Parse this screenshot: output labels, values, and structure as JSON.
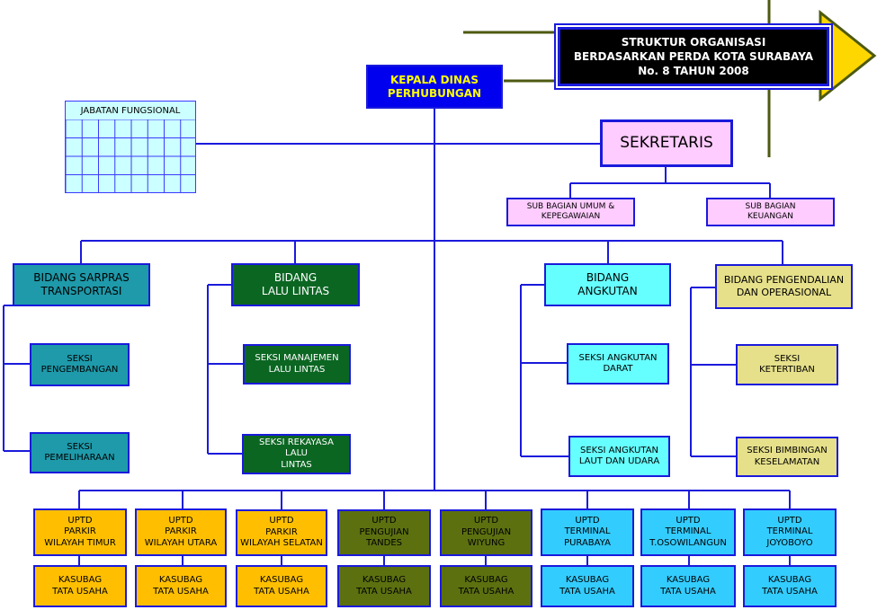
{
  "title": {
    "line1": "STRUKTUR ORGANISASI",
    "line2": "BERDASARKAN PERDA KOTA SURABAYA",
    "line3": "No. 8  TAHUN 2008"
  },
  "head": {
    "label": "KEPALA DINAS\nPERHUBUNGAN"
  },
  "jabatan_fungsional": {
    "label": "JABATAN FUNGSIONAL"
  },
  "sekretaris": {
    "label": "SEKRETARIS"
  },
  "sub_bagian": [
    {
      "label": "SUB BAGIAN UMUM &\nKEPEGAWAIAN"
    },
    {
      "label": "SUB BAGIAN\nKEUANGAN"
    }
  ],
  "bidang": [
    {
      "label": "BIDANG SARPRAS\nTRANSPORTASI",
      "seksi": [
        "SEKSI\nPENGEMBANGAN",
        "SEKSI\nPEMELIHARAAN"
      ]
    },
    {
      "label": "BIDANG\nLALU LINTAS",
      "seksi": [
        "SEKSI MANAJEMEN\nLALU LINTAS",
        "SEKSI REKAYASA LALU\nLINTAS"
      ]
    },
    {
      "label": "BIDANG\nANGKUTAN",
      "seksi": [
        "SEKSI ANGKUTAN\nDARAT",
        "SEKSI ANGKUTAN\nLAUT DAN UDARA"
      ]
    },
    {
      "label": "BIDANG PENGENDALIAN\nDAN OPERASIONAL",
      "seksi": [
        "SEKSI\nKETERTIBAN",
        "SEKSI BIMBINGAN\nKESELAMATAN"
      ]
    }
  ],
  "uptd": [
    {
      "label": "UPTD\nPARKIR\nWILAYAH TIMUR",
      "kasubag": "KASUBAG\nTATA USAHA"
    },
    {
      "label": "UPTD\nPARKIR\nWILAYAH UTARA",
      "kasubag": "KASUBAG\nTATA USAHA"
    },
    {
      "label": "UPTD\nPARKIR\nWILAYAH SELATAN",
      "kasubag": "KASUBAG\nTATA USAHA"
    },
    {
      "label": "UPTD\nPENGUJIAN\nTANDES",
      "kasubag": "KASUBAG\nTATA USAHA"
    },
    {
      "label": "UPTD\nPENGUJIAN\nWIYUNG",
      "kasubag": "KASUBAG\nTATA USAHA"
    },
    {
      "label": "UPTD\nTERMINAL\nPURABAYA",
      "kasubag": "KASUBAG\nTATA USAHA"
    },
    {
      "label": "UPTD\nTERMINAL\nT.OSOWILANGUN",
      "kasubag": "KASUBAG\nTATA USAHA"
    },
    {
      "label": "UPTD\nTERMINAL\nJOYOBOYO",
      "kasubag": "KASUBAG\nTATA USAHA"
    }
  ],
  "colors": {
    "line": "#1a1adc",
    "head_bg": "#0000ee",
    "sekretaris_bg": "#ffccff",
    "sarpras_bg": "#1e9aaa",
    "lalin_bg": "#0b6622",
    "angkutan_bg": "#66ffff",
    "pengendalian_bg": "#e6e08a",
    "parkir_bg": "#ffbf00",
    "pengujian_bg": "#5c7010",
    "terminal_bg": "#33ccff",
    "arrow_bg": "#ffd700",
    "arrow_border": "#4d5a10"
  }
}
